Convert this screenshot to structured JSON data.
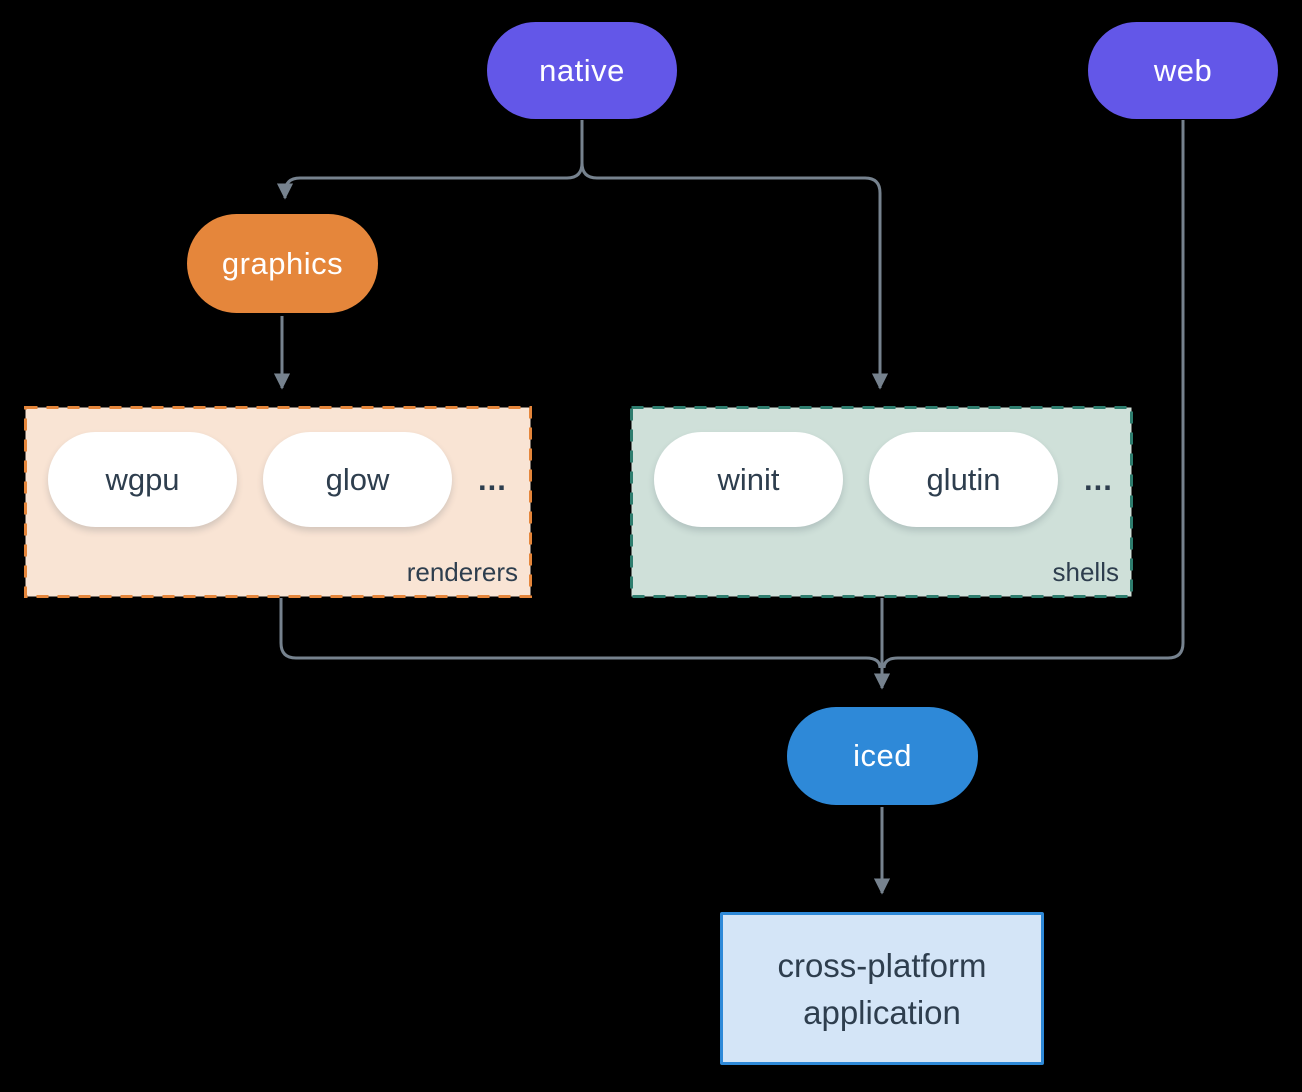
{
  "diagram": {
    "nodes": {
      "native": {
        "label": "native"
      },
      "web": {
        "label": "web"
      },
      "graphics": {
        "label": "graphics"
      },
      "iced": {
        "label": "iced"
      },
      "application": {
        "line1": "cross-platform",
        "line2": "application"
      }
    },
    "groups": {
      "renderers": {
        "label": "renderers",
        "items": [
          "wgpu",
          "glow"
        ],
        "ellipsis": "..."
      },
      "shells": {
        "label": "shells",
        "items": [
          "winit",
          "glutin"
        ],
        "ellipsis": "..."
      }
    },
    "colors": {
      "background": "#000000",
      "platform_pill": "#6357E8",
      "graphics_pill": "#E5863B",
      "iced_pill": "#2E89D8",
      "renderers_bg": "#F9E4D4",
      "renderers_border": "#E5863B",
      "shells_bg": "#CFE0D9",
      "shells_border": "#2E7D6E",
      "app_bg": "#D4E5F7",
      "app_border": "#2E89D8",
      "connector": "#76828E",
      "dark_text": "#2E3E4E",
      "light_text": "#FFFFFF"
    }
  }
}
